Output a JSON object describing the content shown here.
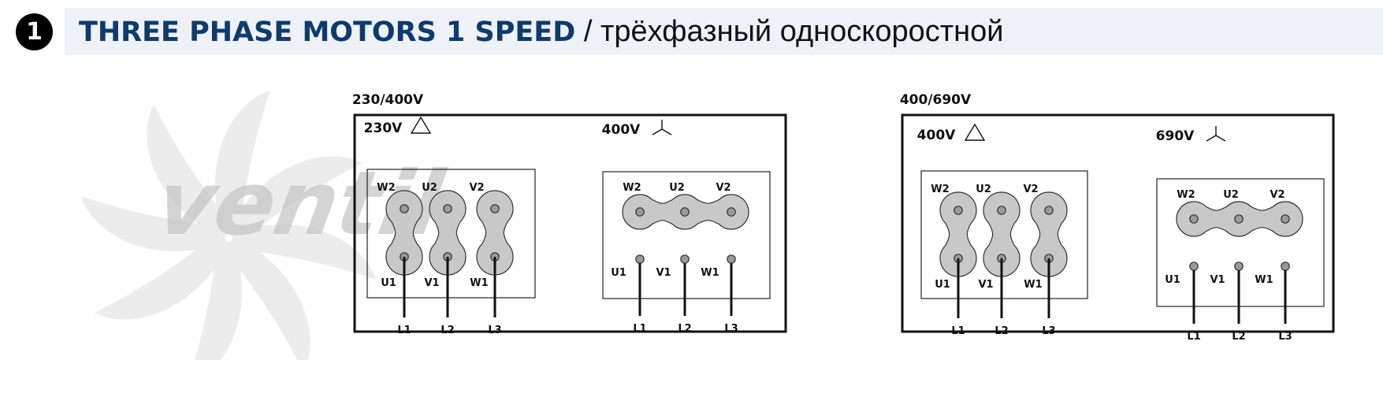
{
  "header": {
    "step_number": "1",
    "title_en": "THREE PHASE MOTORS 1 SPEED",
    "separator": " / ",
    "title_ru": "трёхфазный односкоростной"
  },
  "watermark": {
    "logo_text": "ventil"
  },
  "colors": {
    "title_blue": "#0e3b6e",
    "header_bg": "#eef1f5",
    "terminal_fill": "#c8c8c8",
    "line": "#111111"
  },
  "diagrams": [
    {
      "supply_label": "230/400V",
      "delta": {
        "voltage": "230V",
        "symbol": "delta"
      },
      "star": {
        "voltage": "400V",
        "symbol": "star"
      },
      "top_terminals": [
        "W2",
        "U2",
        "V2"
      ],
      "bottom_terminals": [
        "U1",
        "V1",
        "W1"
      ],
      "lines": [
        "L1",
        "L2",
        "L3"
      ]
    },
    {
      "supply_label": "400/690V",
      "delta": {
        "voltage": "400V",
        "symbol": "delta"
      },
      "star": {
        "voltage": "690V",
        "symbol": "star"
      },
      "top_terminals": [
        "W2",
        "U2",
        "V2"
      ],
      "bottom_terminals": [
        "U1",
        "V1",
        "W1"
      ],
      "lines": [
        "L1",
        "L2",
        "L3"
      ]
    }
  ]
}
